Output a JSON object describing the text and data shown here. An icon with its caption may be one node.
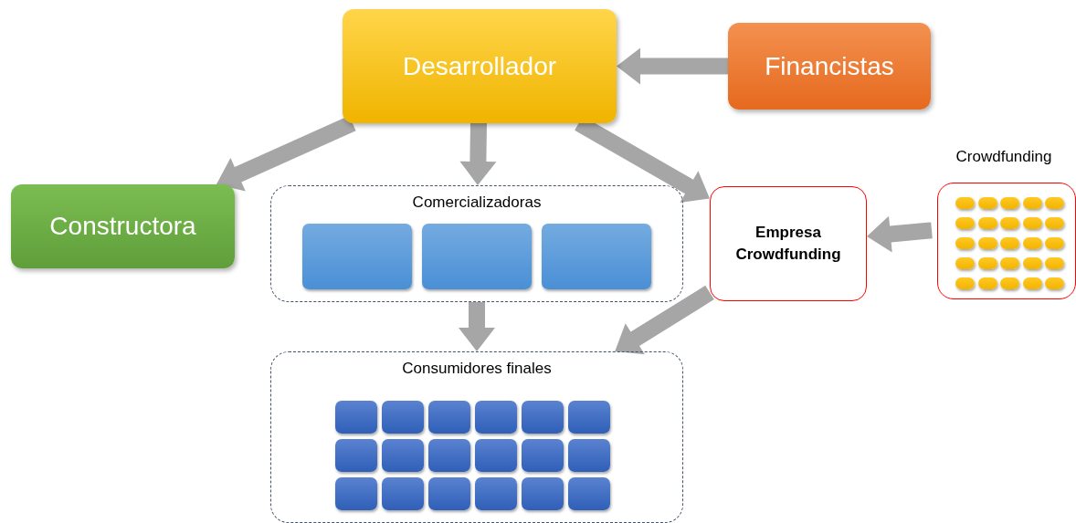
{
  "diagram": {
    "nodes": [
      {
        "text": [
          "Desarrollador"
        ]
      },
      {
        "text": [
          "Financistas"
        ]
      },
      {
        "text": [
          "Constructora"
        ]
      },
      {
        "text": [
          "Comercializadoras"
        ]
      },
      {
        "text": [],
        "shape": "box",
        "in": 3
      },
      {
        "text": [],
        "shape": "box",
        "in": 3
      },
      {
        "text": [],
        "shape": "box",
        "in": 3
      },
      {
        "text": [
          "Empresa Crowdfunding"
        ]
      },
      {
        "text": [
          "Crowdfunding"
        ]
      },
      {
        "text": [],
        "shape": "box",
        "in": 8
      },
      {
        "text": [],
        "shape": "box",
        "in": 8
      },
      {
        "text": [],
        "shape": "box",
        "in": 8
      },
      {
        "text": [],
        "shape": "box",
        "in": 8
      },
      {
        "text": [],
        "shape": "box",
        "in": 8
      },
      {
        "text": [],
        "shape": "box",
        "in": 8
      },
      {
        "text": [],
        "shape": "box",
        "in": 8
      },
      {
        "text": [],
        "shape": "box",
        "in": 8
      },
      {
        "text": [],
        "shape": "box",
        "in": 8
      },
      {
        "text": [],
        "shape": "box",
        "in": 8
      },
      {
        "text": [],
        "shape": "box",
        "in": 8
      },
      {
        "text": [],
        "shape": "box",
        "in": 8
      },
      {
        "text": [],
        "shape": "box",
        "in": 8
      },
      {
        "text": [],
        "shape": "box",
        "in": 8
      },
      {
        "text": [],
        "shape": "box",
        "in": 8
      },
      {
        "text": [],
        "shape": "box",
        "in": 8
      },
      {
        "text": [],
        "shape": "box",
        "in": 8
      },
      {
        "text": [],
        "shape": "box",
        "in": 8
      },
      {
        "text": [],
        "shape": "box",
        "in": 8
      },
      {
        "text": [],
        "shape": "box",
        "in": 8
      },
      {
        "text": [],
        "shape": "box",
        "in": 8
      },
      {
        "text": [],
        "shape": "box",
        "in": 8
      },
      {
        "text": [],
        "shape": "box",
        "in": 8
      },
      {
        "text": [],
        "shape": "box",
        "in": 8
      },
      {
        "text": [],
        "shape": "box",
        "in": 8
      },
      {
        "text": [
          "Consumidores finales"
        ]
      },
      {
        "text": [],
        "shape": "box",
        "in": 34
      },
      {
        "text": [],
        "shape": "box",
        "in": 34
      },
      {
        "text": [],
        "shape": "box",
        "in": 34
      },
      {
        "text": [],
        "shape": "box",
        "in": 34
      },
      {
        "text": [],
        "shape": "box",
        "in": 34
      },
      {
        "text": [],
        "shape": "box",
        "in": 34
      },
      {
        "text": [],
        "shape": "box",
        "in": 34
      },
      {
        "text": [],
        "shape": "box",
        "in": 34
      },
      {
        "text": [],
        "shape": "box",
        "in": 34
      },
      {
        "text": [],
        "shape": "box",
        "in": 34
      },
      {
        "text": [],
        "shape": "box",
        "in": 34
      },
      {
        "text": [],
        "shape": "box",
        "in": 34
      },
      {
        "text": [],
        "shape": "box",
        "in": 34
      },
      {
        "text": [],
        "shape": "box",
        "in": 34
      },
      {
        "text": [],
        "shape": "box",
        "in": 34
      },
      {
        "text": [],
        "shape": "box",
        "in": 34
      },
      {
        "text": [],
        "shape": "box",
        "in": 34
      },
      {
        "text": [],
        "shape": "box",
        "in": 34
      }
    ],
    "edges": [
      {
        "from": 1,
        "to": 0,
        "arrow": "to"
      },
      {
        "from": 0,
        "to": 2,
        "arrow": "to"
      },
      {
        "from": 0,
        "to": 3,
        "arrow": "to"
      },
      {
        "from": 0,
        "to": 7,
        "arrow": "to"
      },
      {
        "from": 8,
        "to": 7,
        "arrow": "to"
      },
      {
        "from": 3,
        "to": 34,
        "arrow": "to"
      },
      {
        "from": 7,
        "to": 34,
        "arrow": "to"
      }
    ]
  }
}
